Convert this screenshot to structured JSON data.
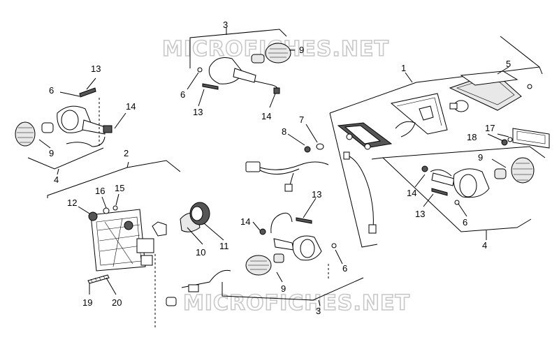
{
  "watermark": {
    "top": "MICROFICHES.NET",
    "bottom": "MICROFICHES.NET"
  },
  "callouts": {
    "n1": "1",
    "n2": "2",
    "n3_top": "3",
    "n3_bottom": "3",
    "n4_left": "4",
    "n4_right": "4",
    "n5": "5",
    "n6_topleft": "6",
    "n6_top": "6",
    "n6_right": "6",
    "n6_bottom": "6",
    "n7": "7",
    "n8": "8",
    "n9_left": "9",
    "n9_top": "9",
    "n9_right": "9",
    "n9_bottom": "9",
    "n10": "10",
    "n11": "11",
    "n12": "12",
    "n13_left": "13",
    "n13_top": "13",
    "n13_mid": "13",
    "n13_right": "13",
    "n14_left": "14",
    "n14_top": "14",
    "n14_mid": "14",
    "n14_right": "14",
    "n15": "15",
    "n16": "16",
    "n17": "17",
    "n18": "18",
    "n19": "19",
    "n20": "20"
  }
}
